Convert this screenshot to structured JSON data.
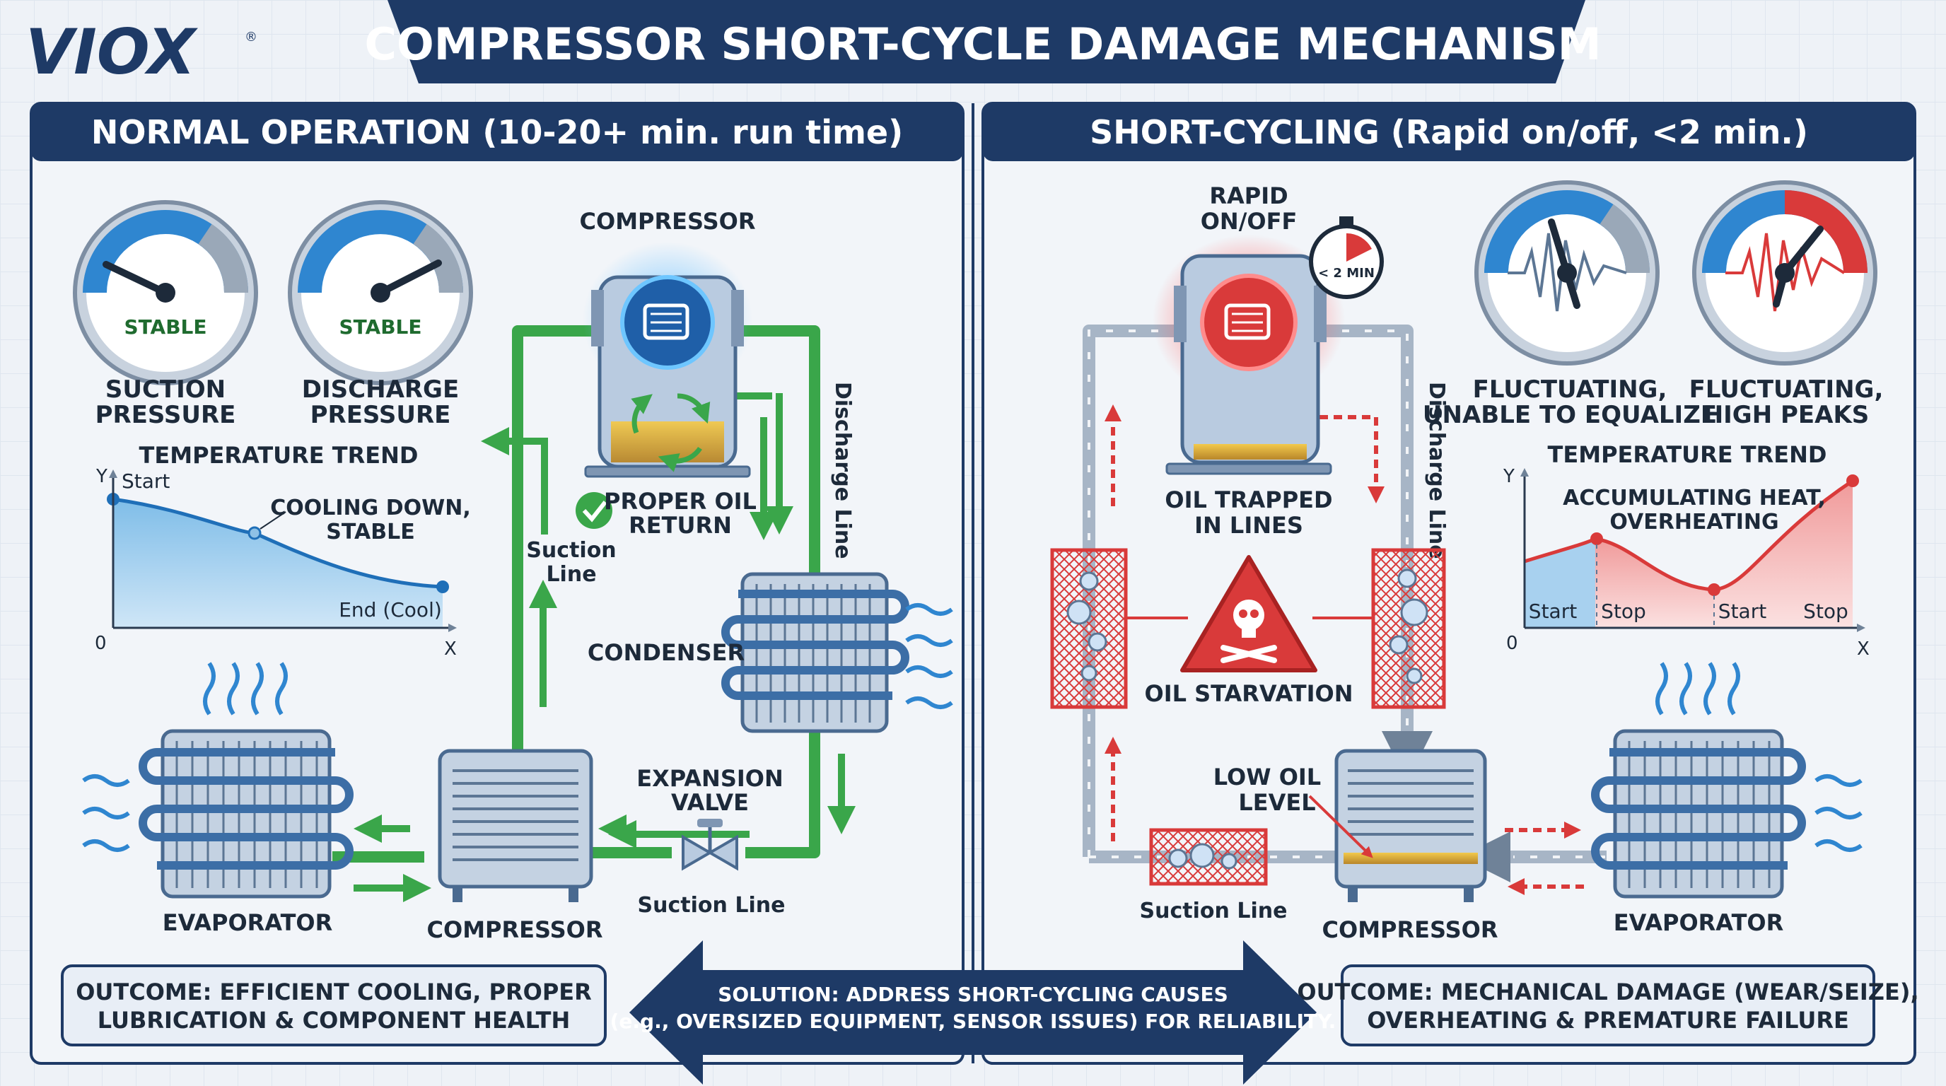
{
  "brand": {
    "logo": "VIOX",
    "registered": "®"
  },
  "title": "COMPRESSOR SHORT-CYCLE DAMAGE MECHANISM",
  "colors": {
    "navy": "#1e3a66",
    "green": "#3aa64a",
    "red": "#d93a3a",
    "blue": "#2f86d0",
    "steel": "#9fb0c4"
  },
  "left": {
    "header": "NORMAL OPERATION (10-20+ min. run time)",
    "gauges": [
      {
        "status": "STABLE",
        "label1": "SUCTION",
        "label2": "PRESSURE"
      },
      {
        "status": "STABLE",
        "label1": "DISCHARGE",
        "label2": "PRESSURE"
      }
    ],
    "trend": {
      "title": "TEMPERATURE TREND",
      "y_axis": "Y",
      "x_axis": "X",
      "origin": "0",
      "start": "Start",
      "mid1": "COOLING DOWN,",
      "mid2": "STABLE",
      "end": "End (Cool)"
    },
    "compressor_top": "COMPRESSOR",
    "oil1": "PROPER OIL",
    "oil2": "RETURN",
    "discharge": "Discharge Line",
    "suction1": "Suction",
    "suction2": "Line",
    "condenser": "CONDENSER",
    "expansion1": "EXPANSION",
    "expansion2": "VALVE",
    "suction_bottom": "Suction Line",
    "evaporator": "EVAPORATOR",
    "compressor_bottom": "COMPRESSOR",
    "outcome1": "OUTCOME: EFFICIENT COOLING, PROPER",
    "outcome2": "LUBRICATION & COMPONENT HEALTH"
  },
  "right": {
    "header": "SHORT-CYCLING (Rapid on/off, <2 min.)",
    "rapid1": "RAPID",
    "rapid2": "ON/OFF",
    "timer": "< 2 MIN",
    "trapped1": "OIL TRAPPED",
    "trapped2": "IN LINES",
    "discharge": "Discharge Line",
    "starvation": "OIL STARVATION",
    "lowoil1": "LOW OIL",
    "lowoil2": "LEVEL",
    "suction_bottom": "Suction Line",
    "compressor_bottom": "COMPRESSOR",
    "evaporator": "EVAPORATOR",
    "gauges": [
      {
        "label1": "FLUCTUATING,",
        "label2": "UNABLE TO EQUALIZE"
      },
      {
        "label1": "FLUCTUATING,",
        "label2": "HIGH PEAKS"
      }
    ],
    "trend": {
      "title": "TEMPERATURE TREND",
      "y_axis": "Y",
      "x_axis": "X",
      "origin": "0",
      "note1": "ACCUMULATING HEAT,",
      "note2": "OVERHEATING",
      "ticks": [
        "Start",
        "Stop",
        "Start",
        "Stop"
      ]
    },
    "outcome1": "OUTCOME: MECHANICAL DAMAGE (WEAR/SEIZE),",
    "outcome2": "OVERHEATING & PREMATURE FAILURE"
  },
  "solution": {
    "line1": "SOLUTION: ADDRESS SHORT-CYCLING CAUSES",
    "line2": "(e.g., OVERSIZED EQUIPMENT, SENSOR ISSUES) FOR RELIABILITY."
  }
}
